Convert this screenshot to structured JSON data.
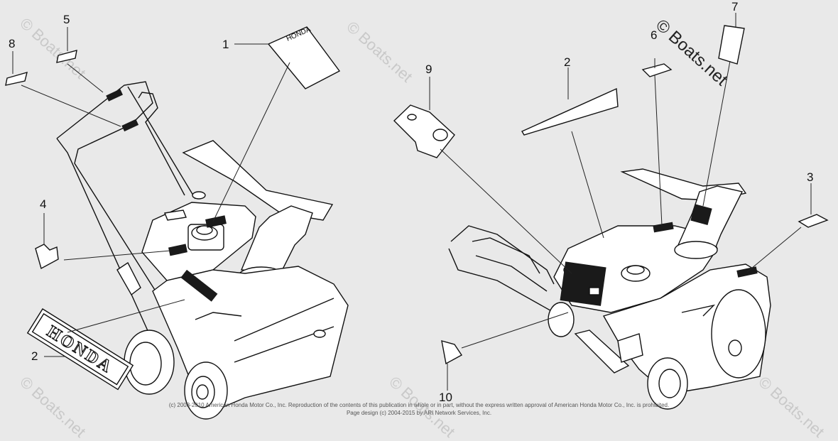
{
  "callouts": {
    "c1": "1",
    "c2a": "2",
    "c2b": "2",
    "c3": "3",
    "c4": "4",
    "c5": "5",
    "c6": "6",
    "c7": "7",
    "c8": "8",
    "c9": "9",
    "c10": "10"
  },
  "decals": {
    "logo_text": "HONDA"
  },
  "copyright_mark": "© Boats.net",
  "watermarks": [
    "© Boats.net",
    "© Boats.net",
    "© Boats.net",
    "© Boats.net",
    "© Boats.net"
  ],
  "footer": {
    "line1": "(c) 2003-2010 American Honda Motor Co., Inc. Reproduction of the contents of this publication in whole or in part, without the express written approval of American Honda Motor Co., Inc. is prohibited.",
    "line2": "Page design (c) 2004-2015 by ARI Network Services, Inc."
  },
  "colors": {
    "background": "#e9e9e9",
    "line": "#111111",
    "decal": "#1a1a1a"
  }
}
